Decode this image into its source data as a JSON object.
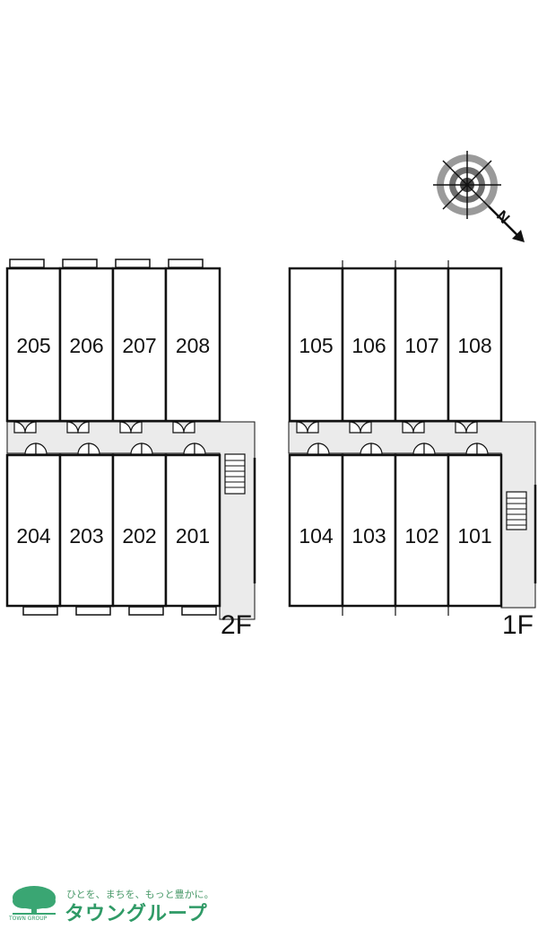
{
  "floors": [
    {
      "id": "2F",
      "label": "2F",
      "top_rooms": [
        "205",
        "206",
        "207",
        "208"
      ],
      "bottom_rooms": [
        "204",
        "203",
        "202",
        "201"
      ]
    },
    {
      "id": "1F",
      "label": "1F",
      "top_rooms": [
        "105",
        "106",
        "107",
        "108"
      ],
      "bottom_rooms": [
        "104",
        "103",
        "102",
        "101"
      ]
    }
  ],
  "compass": {
    "label": "N",
    "icon": "compass-rose-icon"
  },
  "colors": {
    "wall": "#111111",
    "corridor": "#ebebeb",
    "brand_green": "#2f9a66"
  },
  "footer": {
    "tagline": "ひとを、まちを、もっと豊かに。",
    "company": "タウングループ",
    "logo_text": "TOWN GROUP",
    "logo_icon": "tree-logo-icon"
  }
}
